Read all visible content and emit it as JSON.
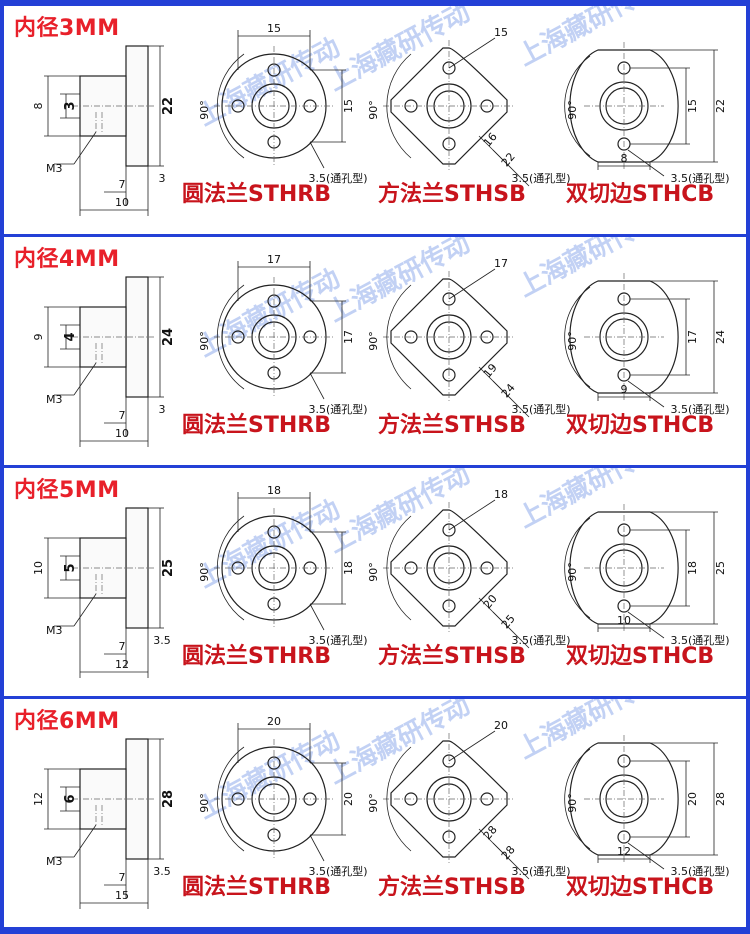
{
  "panels": [
    {
      "title": "内径3MM",
      "side": {
        "outer_dia": "22",
        "bore_dia": "3",
        "hub_dia": "8",
        "thread": "M3",
        "hub_len": "7",
        "flange_thk": "3",
        "total_len": "10"
      },
      "round": {
        "top": "15",
        "right": "15",
        "angle": "90°",
        "hole": "3.5(通孔型)",
        "name": "圆法兰STHRB"
      },
      "square": {
        "top": "15",
        "diag1": "16",
        "diag2": "22",
        "angle": "90°",
        "hole": "3.5(通孔型)",
        "name": "方法兰STHSB"
      },
      "cut": {
        "inner": "15",
        "outer": "22",
        "width": "8",
        "angle": "90°",
        "hole": "3.5(通孔型)",
        "name": "双切边STHCB"
      }
    },
    {
      "title": "内径4MM",
      "side": {
        "outer_dia": "24",
        "bore_dia": "4",
        "hub_dia": "9",
        "thread": "M3",
        "hub_len": "7",
        "flange_thk": "3",
        "total_len": "10"
      },
      "round": {
        "top": "17",
        "right": "17",
        "angle": "90°",
        "hole": "3.5(通孔型)",
        "name": "圆法兰STHRB"
      },
      "square": {
        "top": "17",
        "diag1": "19",
        "diag2": "24",
        "angle": "90°",
        "hole": "3.5(通孔型)",
        "name": "方法兰STHSB"
      },
      "cut": {
        "inner": "17",
        "outer": "24",
        "width": "9",
        "angle": "90°",
        "hole": "3.5(通孔型)",
        "name": "双切边STHCB"
      }
    },
    {
      "title": "内径5MM",
      "side": {
        "outer_dia": "25",
        "bore_dia": "5",
        "hub_dia": "10",
        "thread": "M3",
        "hub_len": "7",
        "flange_thk": "3.5",
        "total_len": "12"
      },
      "round": {
        "top": "18",
        "right": "18",
        "angle": "90°",
        "hole": "3.5(通孔型)",
        "name": "圆法兰STHRB"
      },
      "square": {
        "top": "18",
        "diag1": "20",
        "diag2": "25",
        "angle": "90°",
        "hole": "3.5(通孔型)",
        "name": "方法兰STHSB"
      },
      "cut": {
        "inner": "18",
        "outer": "25",
        "width": "10",
        "angle": "90°",
        "hole": "3.5(通孔型)",
        "name": "双切边STHCB"
      }
    },
    {
      "title": "内径6MM",
      "side": {
        "outer_dia": "28",
        "bore_dia": "6",
        "hub_dia": "12",
        "thread": "M3",
        "hub_len": "7",
        "flange_thk": "3.5",
        "total_len": "15"
      },
      "round": {
        "top": "20",
        "right": "20",
        "angle": "90°",
        "hole": "3.5(通孔型)",
        "name": "圆法兰STHRB"
      },
      "square": {
        "top": "20",
        "diag1": "28",
        "diag2": "28",
        "angle": "90°",
        "hole": "3.5(通孔型)",
        "name": "方法兰STHSB"
      },
      "cut": {
        "inner": "20",
        "outer": "28",
        "width": "12",
        "angle": "90°",
        "hole": "3.5(通孔型)",
        "name": "双切边STHCB"
      }
    }
  ],
  "watermark": "上海藏研传动",
  "colors": {
    "frame": "#2340d6",
    "title": "#e8202a",
    "label": "#c8141c"
  }
}
